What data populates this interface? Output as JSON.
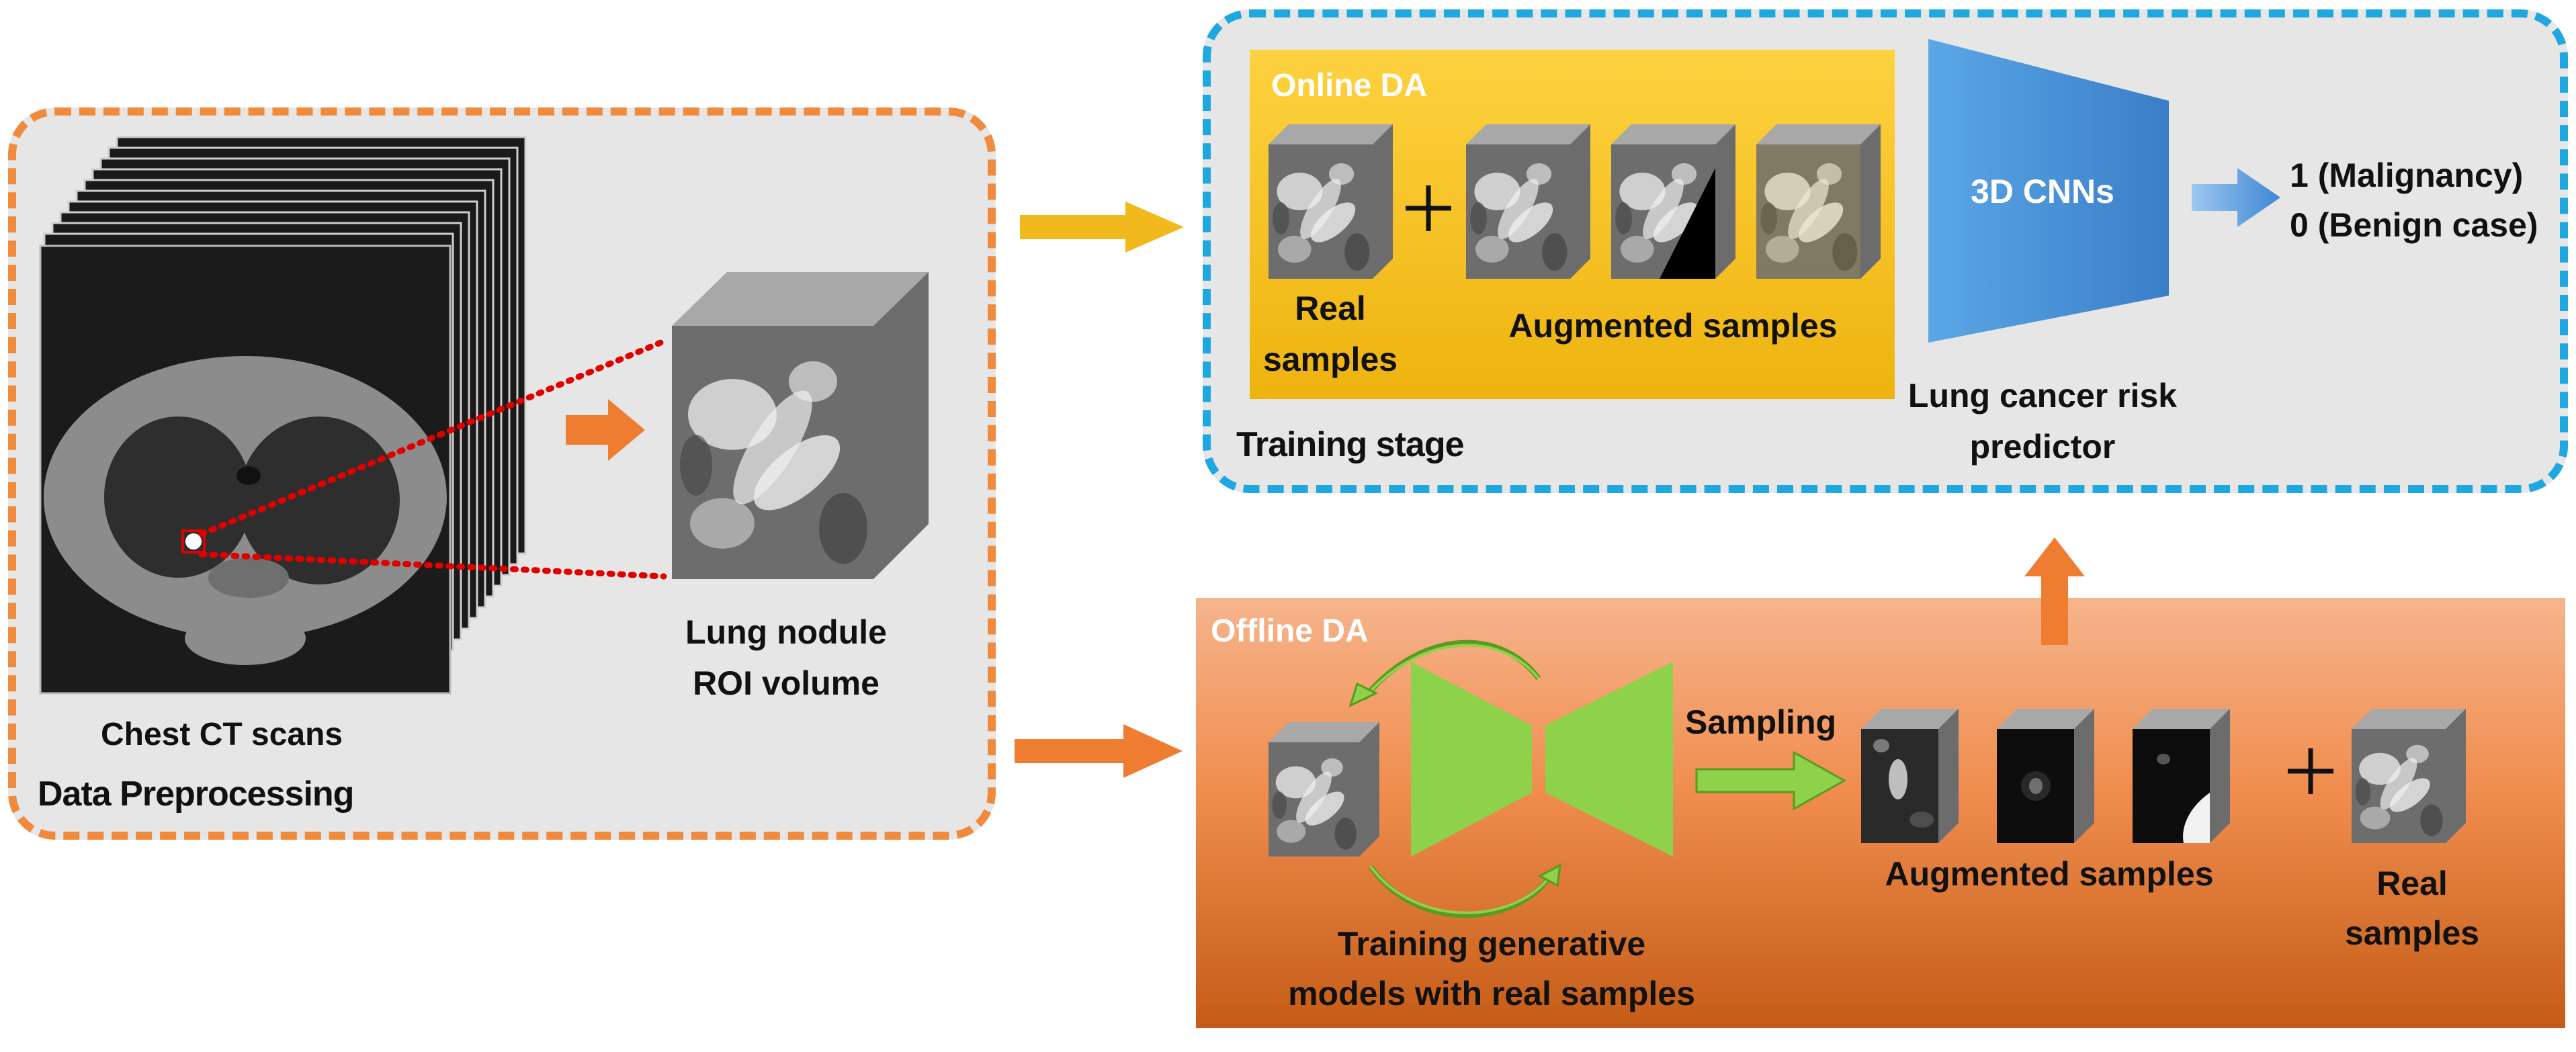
{
  "preprocessing": {
    "title": "Data Preprocessing",
    "ct_label": "Chest CT scans",
    "roi_label_line1": "Lung nodule",
    "roi_label_line2": "ROI volume"
  },
  "training": {
    "title": "Training stage",
    "online_title": "Online DA",
    "real_line1": "Real",
    "real_line2": "samples",
    "augmented_label": "Augmented samples",
    "cnn_label": "3D CNNs",
    "predictor_line1": "Lung cancer risk",
    "predictor_line2": "predictor",
    "output_line1": "1 (Malignancy)",
    "output_line2": "0 (Benign case)"
  },
  "offline": {
    "title": "Offline DA",
    "sampling_label": "Sampling",
    "training_line1": "Training generative",
    "training_line2": "models with real samples",
    "augmented_label": "Augmented samples",
    "real_line1": "Real",
    "real_line2": "samples"
  },
  "colors": {
    "prep_border": "#f08a3c",
    "train_border": "#1fa7e0",
    "online_fill": "#f7c322",
    "offline_fill": "#e87d3e",
    "cnn_fill": "#4a90d9",
    "generator_fill": "#8ed14b",
    "yellow_arrow": "#f1b91c",
    "orange_arrow": "#ee7d31",
    "blue_arrow": "#4a90d9",
    "green_arrow": "#8ed14b"
  }
}
